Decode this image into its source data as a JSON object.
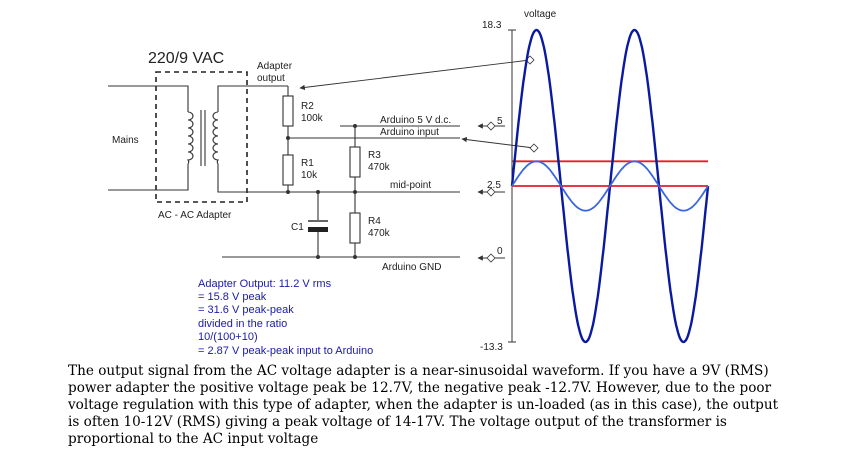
{
  "colors": {
    "wire": "#333333",
    "adapter_wave": "#0a1aa0",
    "input_wave": "#3a66e0",
    "reference_line": "#e0202a",
    "note_text": "#1a1aa8"
  },
  "circuit": {
    "adapter_voltage": "220/9 VAC",
    "adapter_output": [
      "Adapter",
      "output"
    ],
    "mains": "Mains",
    "adapter_box": "AC - AC Adapter",
    "r2": {
      "name": "R2",
      "value": "100k"
    },
    "r1": {
      "name": "R1",
      "value": "10k"
    },
    "r3": {
      "name": "R3",
      "value": "470k"
    },
    "r4": {
      "name": "R4",
      "value": "470k"
    },
    "c1": "C1",
    "arduino_5v": "Arduino 5 V d.c.",
    "arduino_input": "Arduino input",
    "mid_point": "mid-point",
    "arduino_gnd": "Arduino GND"
  },
  "note_lines": [
    "Adapter Output: 11.2 V rms",
    "= 15.8 V peak",
    "= 31.6 V peak-peak",
    "divided in the ratio",
    "10/(100+10)",
    "= 2.87 V peak-peak input to Arduino"
  ],
  "chart_data": {
    "type": "line",
    "ylabel": "voltage",
    "y_ticks": [
      "18.3",
      "5",
      "2.5",
      "0",
      "-13.3"
    ],
    "ylim": [
      -13.3,
      18.3
    ],
    "reference_lines": [
      5,
      2.5
    ],
    "series": [
      {
        "amplitude": 15.8,
        "offset": 2.5,
        "cycles": 2
      },
      {
        "amplitude": 1.43,
        "offset": 2.5,
        "cycles": 2
      }
    ]
  },
  "caption": "The output signal from the AC voltage adapter is a near-sinusoidal waveform. If you have a 9V (RMS) power adapter the positive voltage peak be 12.7V, the negative peak -12.7V. However, due to the poor voltage regulation with this type of adapter, when the adapter is un-loaded (as in this case), the output is often 10-12V (RMS) giving a peak voltage of 14-17V. The voltage output of the transformer is proportional to the AC input voltage"
}
